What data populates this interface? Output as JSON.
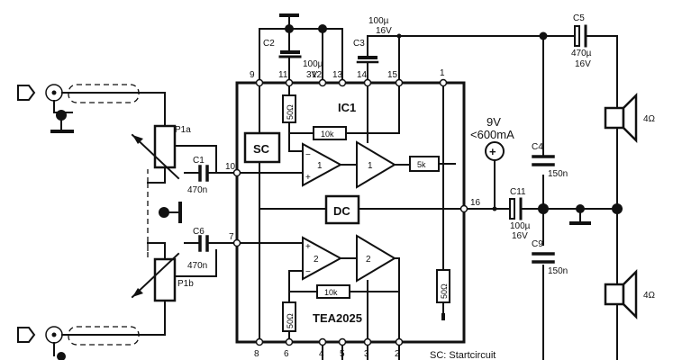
{
  "chip": {
    "name": "IC1",
    "part": "TEA2025",
    "blocks": {
      "startcircuit": "SC",
      "decoupling": "DC",
      "amp1": "1",
      "amp2": "2"
    },
    "pins": {
      "p1": "1",
      "p2": "2",
      "p3": "3",
      "p4": "4",
      "p5": "5",
      "p6": "6",
      "p7": "7",
      "p8": "8",
      "p9": "9",
      "p10": "10",
      "p11": "11",
      "p12": "12",
      "p13": "13",
      "p14": "14",
      "p15": "15",
      "p16": "16"
    },
    "resistors": {
      "r_top_small": "50Ω",
      "r_fb_top": "10k",
      "r_out": "5k",
      "r_fb_bottom": "10k",
      "r_bottom_small": "50Ω",
      "r_right": "50Ω"
    }
  },
  "components": {
    "c1": {
      "name": "C1",
      "value": "470n"
    },
    "c6": {
      "name": "C6",
      "value": "470n"
    },
    "c2": {
      "name": "C2",
      "value": "100µ",
      "voltage": "3V"
    },
    "c3": {
      "name": "C3",
      "value": "100µ",
      "voltage": "16V"
    },
    "c4": {
      "name": "C4",
      "value": "150n"
    },
    "c5": {
      "name": "C5",
      "value": "470µ",
      "voltage": "16V"
    },
    "c9": {
      "name": "C9",
      "value": "150n"
    },
    "c11": {
      "name": "C11",
      "value": "100µ",
      "voltage": "16V"
    },
    "p1a": "P1a",
    "p1b": "P1b"
  },
  "supply": {
    "voltage": "9V",
    "current": "<600mA",
    "plus": "+"
  },
  "speakers": {
    "top": "4Ω",
    "bottom": "4Ω"
  },
  "legend": "SC: Startcircuit"
}
